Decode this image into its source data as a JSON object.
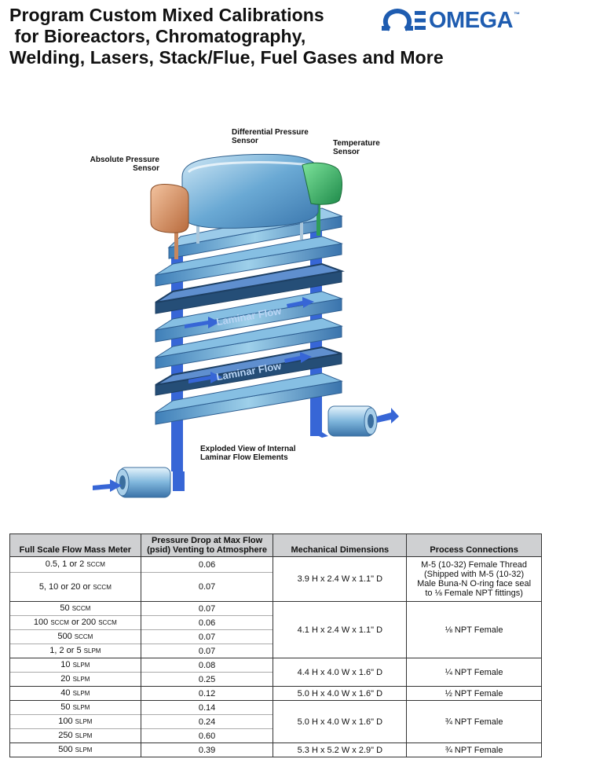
{
  "header": {
    "title_lines": [
      "Program Custom Mixed Calibrations",
      " for Bioreactors, Chromatography,",
      "Welding, Lasers, Stack/Flue, Fuel Gases and More"
    ],
    "logo": {
      "text": "OMEGA",
      "tm": "™",
      "icon": "omega-logo-icon",
      "color": "#1e5cb0"
    }
  },
  "diagram": {
    "callouts": {
      "absolute": [
        "Absolute Pressure",
        "Sensor"
      ],
      "differential": [
        "Differential Pressure",
        "Sensor"
      ],
      "temperature": [
        "Temperature",
        "Sensor"
      ],
      "exploded": [
        "Exploded View of Internal",
        "Laminar Flow Elements"
      ]
    },
    "flow_labels": [
      "Laminar Flow",
      "Laminar Flow"
    ]
  },
  "table": {
    "headers": {
      "flow": "Full Scale Flow Mass Meter",
      "pressure": [
        "Pressure Drop at Max Flow",
        "(psid) Venting to Atmosphere"
      ],
      "dims": "Mechanical Dimensions",
      "conn": "Process Connections"
    },
    "rows": [
      {
        "flow": "0.5, 1 or 2",
        "unit": "SCCM",
        "drop": "0.06"
      },
      {
        "flow": "5, 10 or 20 or",
        "unit": "SCCM",
        "drop": "0.07"
      },
      {
        "flow": "50",
        "unit": "SCCM",
        "drop": "0.07"
      },
      {
        "flow": "100",
        "unit": "SCCM",
        "mid": " or 200",
        "unit2": "SCCM",
        "drop": "0.06"
      },
      {
        "flow": "500",
        "unit": "SCCM",
        "drop": "0.07"
      },
      {
        "flow": "1, 2 or 5",
        "unit": "SLPM",
        "drop": "0.07"
      },
      {
        "flow": "10",
        "unit": "SLPM",
        "drop": "0.08"
      },
      {
        "flow": "20",
        "unit": "SLPM",
        "drop": "0.25"
      },
      {
        "flow": "40",
        "unit": "SLPM",
        "drop": "0.12"
      },
      {
        "flow": "50",
        "unit": "SLPM",
        "drop": "0.14"
      },
      {
        "flow": "100",
        "unit": "SLPM",
        "drop": "0.24"
      },
      {
        "flow": "250",
        "unit": "SLPM",
        "drop": "0.60"
      },
      {
        "flow": "500",
        "unit": "SLPM",
        "drop": "0.39"
      }
    ],
    "groups": [
      {
        "dims": "3.9 H x 2.4 W x 1.1\" D",
        "conn": [
          "M-5 (10-32) Female Thread",
          "(Shipped with M-5 (10-32)",
          "Male Buna-N O-ring face seal",
          "to ⅛ Female NPT fittings)"
        ]
      },
      {
        "dims": "4.1 H x 2.4 W x 1.1\" D",
        "conn": [
          "⅛ NPT Female"
        ]
      },
      {
        "dims": "4.4 H x 4.0 W x 1.6\" D",
        "conn": [
          "¼ NPT Female"
        ]
      },
      {
        "dims": "5.0 H x 4.0 W x 1.6\" D",
        "conn": [
          "½ NPT Female"
        ]
      },
      {
        "dims": "5.0 H x 4.0 W x 1.6\" D",
        "conn": [
          "¾ NPT Female"
        ]
      },
      {
        "dims": "5.3 H x 5.2 W x 2.9\" D",
        "conn": [
          "¾ NPT Female"
        ]
      }
    ]
  }
}
